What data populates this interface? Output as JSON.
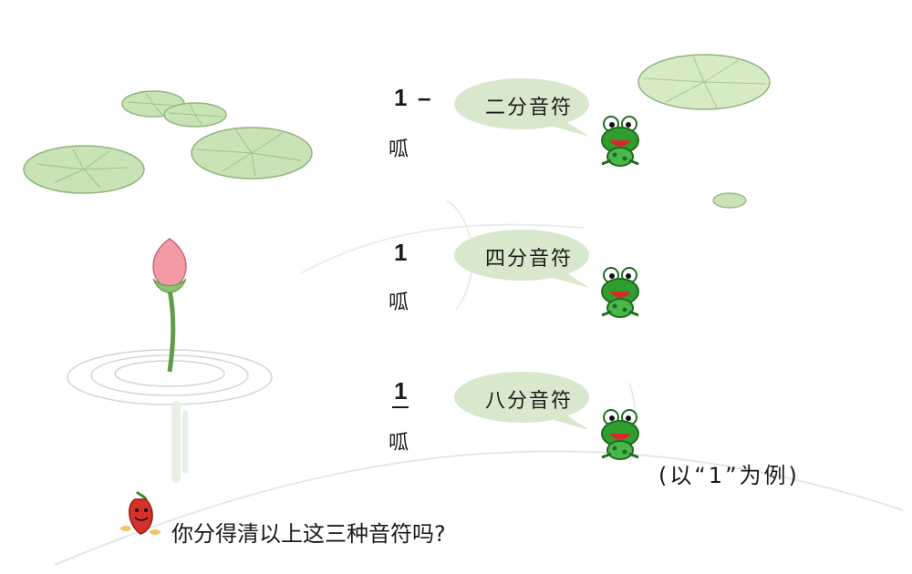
{
  "notes": [
    {
      "number": "1",
      "extension": "–",
      "syllable": "呱",
      "label": "二分音符"
    },
    {
      "number": "1",
      "extension": "",
      "syllable": "呱",
      "label": "四分音符"
    },
    {
      "number": "1",
      "extension": "",
      "syllable": "呱",
      "label": "八分音符"
    }
  ],
  "caption": "(以“1”为例)",
  "question": "你分得清以上这三种音符吗?",
  "colors": {
    "bubble": "#d7e8cc",
    "lily_pad": "#c9e2b6",
    "frog": "#2f9e2f",
    "lotus": "#f29aa5",
    "pepper": "#d6302a"
  }
}
